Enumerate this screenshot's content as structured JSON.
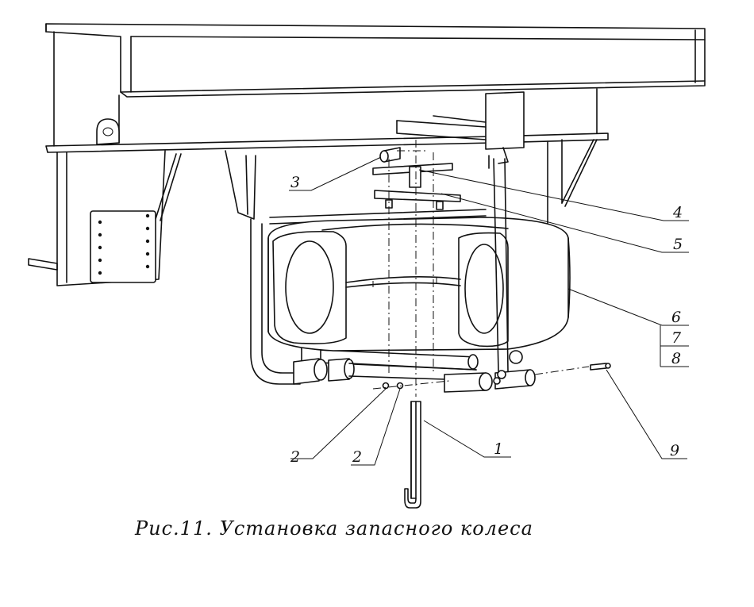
{
  "figure": {
    "caption": "Рис.11.  Установка запасного колеса",
    "callouts": {
      "c1": "1",
      "c2a": "2",
      "c2b": "2",
      "c3": "3",
      "c4": "4",
      "c5": "5",
      "c6": "6",
      "c7": "7",
      "c8": "8",
      "c9": "9"
    }
  }
}
